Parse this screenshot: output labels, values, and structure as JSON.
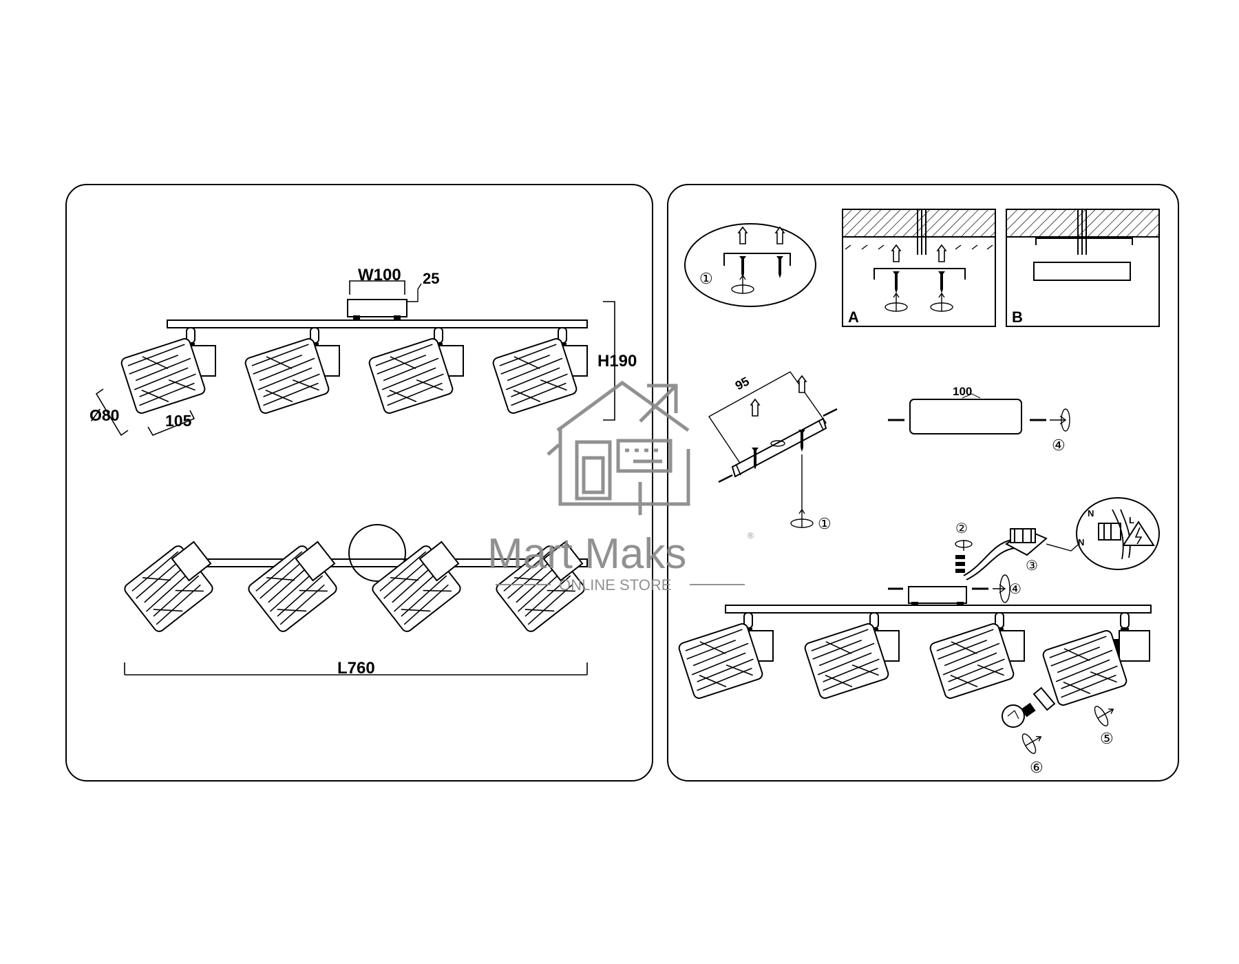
{
  "dims": {
    "width": "W100",
    "base_height": "25",
    "height": "H190",
    "diameter": "Ø80",
    "shade_length": "105",
    "length": "L760",
    "bracket_width": "95",
    "plate_width": "100"
  },
  "panels": {
    "A": "A",
    "B": "B"
  },
  "steps": [
    "①",
    "②",
    "③",
    "④",
    "⑤",
    "⑥"
  ],
  "wiring": {
    "neutral": "N",
    "live": "L"
  },
  "watermark": {
    "brand": "Mart Maks",
    "registered": "®",
    "tagline": "ONLINE STORE",
    "icon": "house-logo-icon",
    "color": "#888888"
  }
}
